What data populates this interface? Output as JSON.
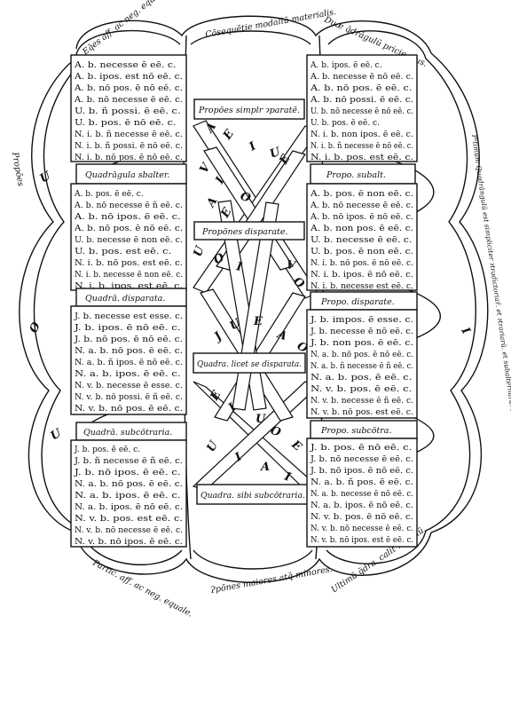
{
  "boxes": {
    "top_left": {
      "lines": [
        "A. b. necesse ē eē. c.",
        "A. b. ipos. est nō eē. c.",
        "A. b. nō pos. ē nō eē. c.",
        "A. b. nō necesse ē eē. c.",
        "U. b. ñ possi. ē eē. c.",
        "U. b. pos. ē nō eē. c.",
        "N. i. b. ñ necesse ē eē. c.",
        "N. i. b. ñ possi. ē nō eē. c.",
        "N. i. b. nō pos. ē nō eē. c."
      ]
    },
    "top_right": {
      "lines": [
        "A. b. ipos. ē eē. c.",
        "A. b. necesse ē nō eē. c.",
        "A. b. nō pos. ē eē. c.",
        "A. b. nō possi. ē eē. c.",
        "U. b. nō necesse ē nō eē. c.",
        "U. b. pos. ē eē. c.",
        "N. i. b. non ipos. ē eē. c.",
        "N. i. b. ñ necesse ē nō eē. c.",
        "N. i. b. pos. est eē. c."
      ]
    },
    "mid_left": {
      "title": "Quadrāgula sbalter.",
      "lines": [
        "A. b. pos. ē eē. c.",
        "A. b. nō necesse ē ñ eē. c.",
        "A. b. nō ipos. ē eē. c.",
        "A. b. nō pos. ē nō eē. c.",
        "U. b. necesse ē non eē. c.",
        "U. b. pos. est eē. c.",
        "N. i. b. nō pos. est eē. c.",
        "N. i. b. necesse ē non eē. c.",
        "N. i. b. ipos. est eē. c."
      ]
    },
    "mid_right": {
      "title": "Propo. subalt.",
      "lines": [
        "A. b. pos. ē non eē. c.",
        "A. b. nō necesse ē eē. c.",
        "A. b. nō ipos. ē nō eē. c.",
        "A. b. non pos. ē eē. c.",
        "U. b. necesse ē eē. c.",
        "U. b. pos. ē non eē. c.",
        "N. i. b. nō pos. ē nō eē. c.",
        "N. i. b. ipos. ē nō eē. c.",
        "N. i. b. necesse est eē. c."
      ]
    },
    "lower_left": {
      "title": "Quadrā. disparata.",
      "lines": [
        "J. b. necesse est esse. c.",
        "J. b. ipos. ē nō eē. c.",
        "J. b. nō pos. ē nō eē. c.",
        "N. a. b. nō pos. ē eē. c.",
        "N. a. b. ñ ipos. ē nō eē. c.",
        "N. a. b. ipos. ē eē. c.",
        "N. v. b. necesse ē esse. c.",
        "N. v. b. nō possi. ē ñ eē. c.",
        "N. v. b. nō pos. ē eē. c."
      ]
    },
    "lower_right": {
      "title": "Propo. disparate.",
      "lines": [
        "J. b. impos. ē esse. c.",
        "J. b. necesse ē nō eē. c.",
        "J. b. non pos. ē eē. c.",
        "N. a. b. nō pos. ē nō eē. c.",
        "N. a. b. ñ necesse ē ñ eē. c.",
        "N. a. b. pos. ē eē. c.",
        "N. v. b. pos. ē eē. c.",
        "N. v. b. necesse ē ñ eē. c.",
        "N. v. b. nō pos. est eē. c."
      ]
    },
    "bottom_left": {
      "title": "Quadrā. subcōtraria.",
      "lines": [
        "J. b. pos. ē eē. c.",
        "J. b. ñ necesse ē ñ eē. c.",
        "J. b. nō ipos. ē eē. c.",
        "N. a. b. nō pos. ē eē. c.",
        "N. a. b. ipos. ē eē. c.",
        "N. a. b. ipos. ē nō eē. c.",
        "N. v. b. pos. est eē. c.",
        "N. v. b. nō necesse ē eē. c.",
        "N. v. b. nō ipos. ē eē. c."
      ]
    },
    "bottom_right": {
      "title": "Propo. subcōtra.",
      "lines": [
        "J. b. pos. ē nō eē. c.",
        "J. b. nō necesse ē eē. c.",
        "J. b. nō ipos. ē nō eē. c.",
        "N. a. b. ñ pos. ē eē. c.",
        "N. a. b. necesse ē nō eē. c.",
        "N. a. b. ipos. ē nō eē. c.",
        "N. v. b. pos. ē nō eē. c.",
        "N. v. b. nō necesse ē eē. c.",
        "N. v. b. nō ipos. est ē eē. c."
      ]
    }
  },
  "center_labels": {
    "simple": "Propōes simplr ɂparatē.",
    "disparate": "Propōnes disparate.",
    "quadra_disparata": "Quadra. licet se disparata.",
    "quadra_subcontraria": "Quadra. sibi subcōtraria."
  },
  "arc_labels": {
    "top_left": "Eq̄es aff. ac neg. equiualēte.",
    "top_center": "Cōsequētie modaliū materialis.",
    "top_right": "Duæ q̄drāgulū pricie eius.",
    "right_side": "Pᵃtimum Quadrāngulū est simpliciter ɂtradictoriar̄. et ɂtrariarū. et subalternarū. et disparatarū Ɂ. et simpliciter subalternati.",
    "left_side": "Propōes",
    "bottom_left": "Partic. aff. ac neg. equale.",
    "bottom_center": "Ɂpōnes maiores atq̄ minores.",
    "bottom_right": "Ultimū q̄dra. calit ɂ nulliū."
  },
  "band_letters": [
    "A",
    "E",
    "I",
    "U",
    "E",
    "V",
    "I",
    "O",
    "A",
    "E",
    "U",
    "O",
    "I",
    "V",
    "O",
    "J",
    "U",
    "E",
    "A",
    "O",
    "E",
    "I",
    "U",
    "O",
    "E",
    "U",
    "I",
    "A",
    "I",
    "U",
    "O",
    "U",
    "I"
  ]
}
